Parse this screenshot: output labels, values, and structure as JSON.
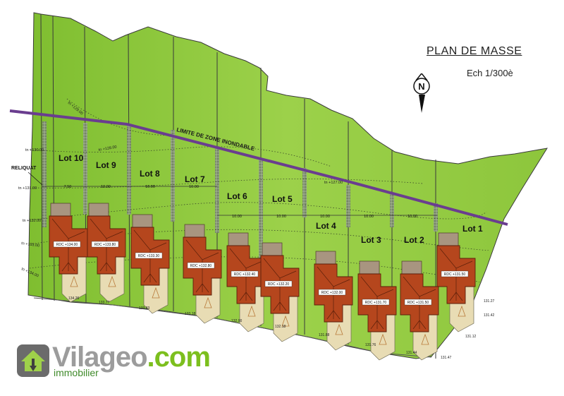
{
  "title": "PLAN DE MASSE",
  "scale": "Ech 1/300è",
  "zone_line_label": "LIMITE DE ZONE INONDABLE",
  "reliquat_label": "RELIQUAT",
  "lots": [
    "Lot 10",
    "Lot 9",
    "Lot 8",
    "Lot 7",
    "Lot 6",
    "Lot 5",
    "Lot 4",
    "Lot 3",
    "Lot 2",
    "Lot 1"
  ],
  "rdc_levels": [
    "RDC +134.00",
    "RDC +133.80",
    "RDC +133.30",
    "RDC +132.80",
    "RDC +132.40",
    "RDC +132.20",
    "RDC +132.00",
    "RDC +131.70",
    "RDC +131.50",
    "RDC +131.50"
  ],
  "frontage_widths": [
    "7.50",
    "10.00",
    "10.00",
    "10.00",
    "10.00",
    "10.00",
    "10.00",
    "10.00",
    "10.00"
  ],
  "contour_labels": [
    "tn +130.00",
    "tn +131.00",
    "tn +132.00",
    "tn +133.00",
    "tn +134.00",
    "tn +129.00",
    "tn +128.00",
    "tn +127.00"
  ],
  "road_levels": [
    "134.26",
    "133.77",
    "133.83",
    "133.18",
    "132.00",
    "132.18",
    "131.88",
    "131.76",
    "131.44",
    "131.47",
    "131.12",
    "131.42",
    "131.27"
  ],
  "logo": {
    "word": "Vilageo",
    "suffix": ".com",
    "subtitle": "immobilier"
  },
  "colors": {
    "land": "#8cc63f",
    "zone_line": "#6a3d8f",
    "roof": "#b5461d",
    "terrace": "#e8dcb4",
    "hedge": "#7d8a74"
  }
}
